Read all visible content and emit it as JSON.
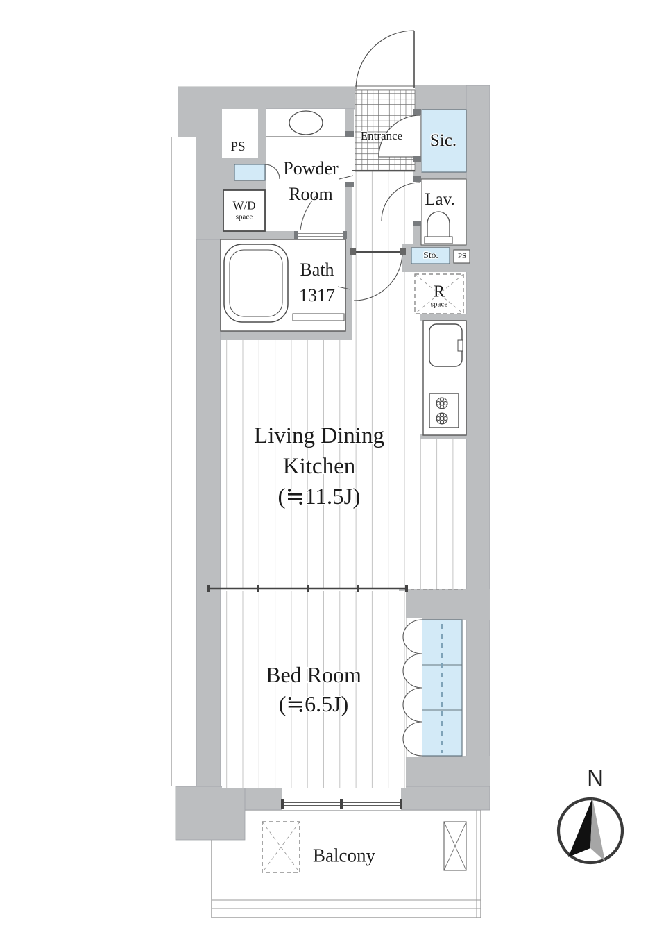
{
  "colors": {
    "wall": "#bcbec0",
    "accent_blue": "#d3eaf7",
    "line": "#4d4d4d",
    "floor_line": "#c4c4c4",
    "text": "#1b1b1b",
    "compass_gray": "#a6a6a6",
    "closet_dash": "#7fa3b8"
  },
  "rooms": {
    "entrance": {
      "label": "Entrance"
    },
    "shoe_closet": {
      "label": "Sic."
    },
    "lavatory": {
      "label": "Lav."
    },
    "storage": {
      "label": "Sto."
    },
    "pipe_space_right": {
      "label": "PS"
    },
    "pipe_space_left": {
      "label": "PS"
    },
    "refrigerator_space": {
      "line1": "R",
      "line2": "space"
    },
    "washer_dryer_space": {
      "line1": "W/D",
      "line2": "space"
    },
    "powder_room": {
      "line1": "Powder",
      "line2": "Room"
    },
    "bath": {
      "line1": "Bath",
      "line2": "1317"
    },
    "living_dining_kitchen": {
      "line1": "Living Dining",
      "line2": "Kitchen",
      "line3": "(≒11.5J)"
    },
    "bed_room": {
      "line1": "Bed Room",
      "line2": "(≒6.5J)"
    },
    "balcony": {
      "label": "Balcony"
    }
  },
  "compass": {
    "north_label": "N"
  }
}
